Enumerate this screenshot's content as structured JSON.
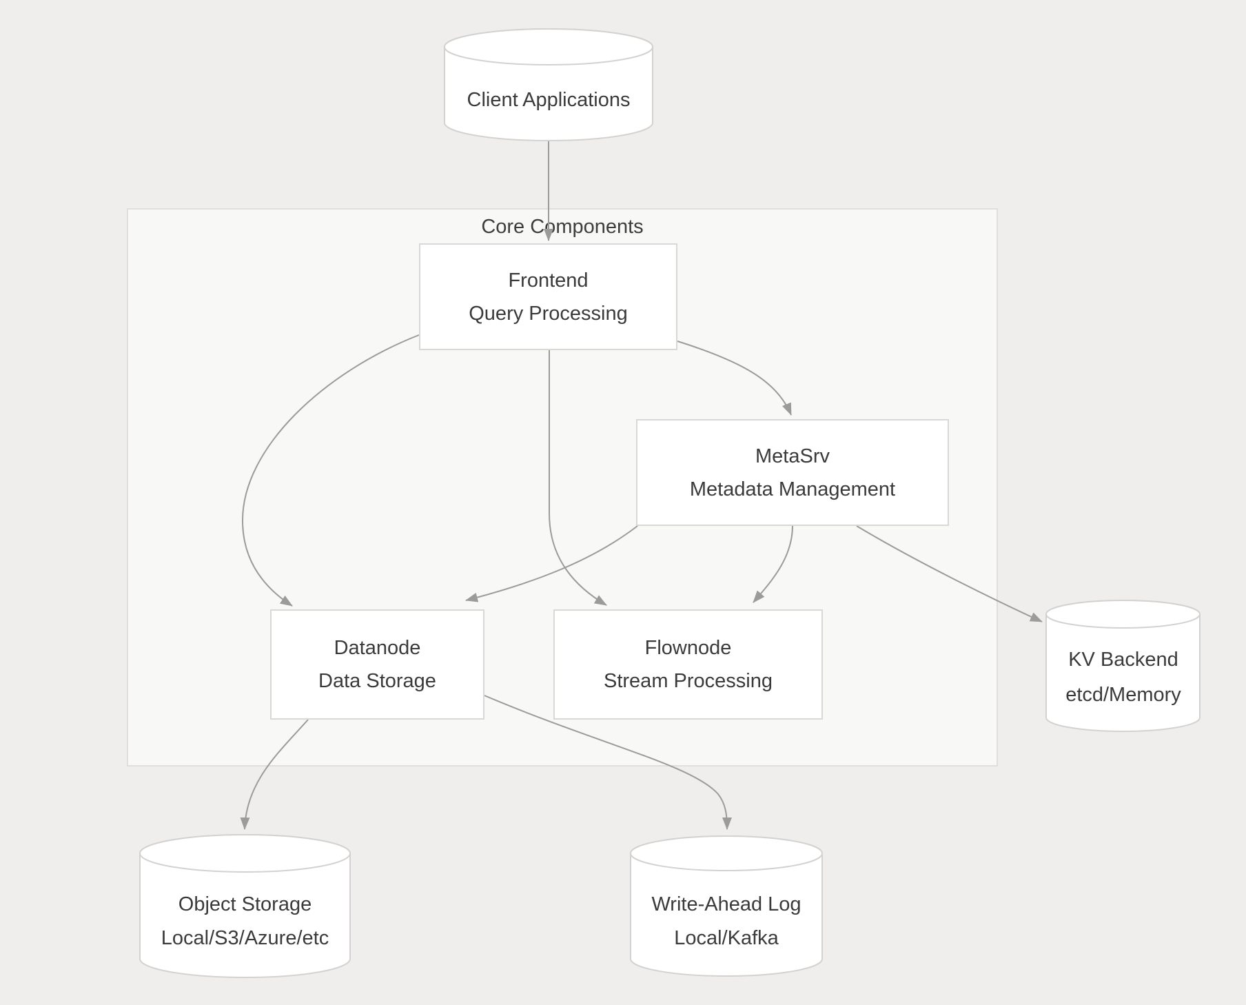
{
  "container": {
    "label": "Core Components"
  },
  "nodes": {
    "client": {
      "label": "Client Applications",
      "shape": "cylinder"
    },
    "frontend": {
      "line1": "Frontend",
      "line2": "Query Processing",
      "shape": "rect"
    },
    "metasrv": {
      "line1": "MetaSrv",
      "line2": "Metadata Management",
      "shape": "rect"
    },
    "datanode": {
      "line1": "Datanode",
      "line2": "Data Storage",
      "shape": "rect"
    },
    "flownode": {
      "line1": "Flownode",
      "line2": "Stream Processing",
      "shape": "rect"
    },
    "kv_backend": {
      "line1": "KV Backend",
      "line2": "etcd/Memory",
      "shape": "cylinder"
    },
    "object_storage": {
      "line1": "Object Storage",
      "line2": "Local/S3/Azure/etc",
      "shape": "cylinder"
    },
    "write_ahead_log": {
      "line1": "Write-Ahead Log",
      "line2": "Local/Kafka",
      "shape": "cylinder"
    }
  },
  "edges": [
    {
      "from": "Client Applications",
      "to": "Frontend"
    },
    {
      "from": "Frontend",
      "to": "Datanode"
    },
    {
      "from": "Frontend",
      "to": "Flownode"
    },
    {
      "from": "Frontend",
      "to": "MetaSrv"
    },
    {
      "from": "MetaSrv",
      "to": "Datanode"
    },
    {
      "from": "MetaSrv",
      "to": "Flownode"
    },
    {
      "from": "MetaSrv",
      "to": "KV Backend"
    },
    {
      "from": "Datanode",
      "to": "Object Storage"
    },
    {
      "from": "Datanode",
      "to": "Write-Ahead Log"
    }
  ],
  "colors": {
    "background": "#f0eeec",
    "container_fill": "#f8f8f7",
    "container_border": "#e0dfdd",
    "node_fill": "#ffffff",
    "node_border": "#d9d8d6",
    "cylinder_stroke": "#d3d2d0",
    "edge": "#9b9b98",
    "text": "#3a3a3a"
  }
}
